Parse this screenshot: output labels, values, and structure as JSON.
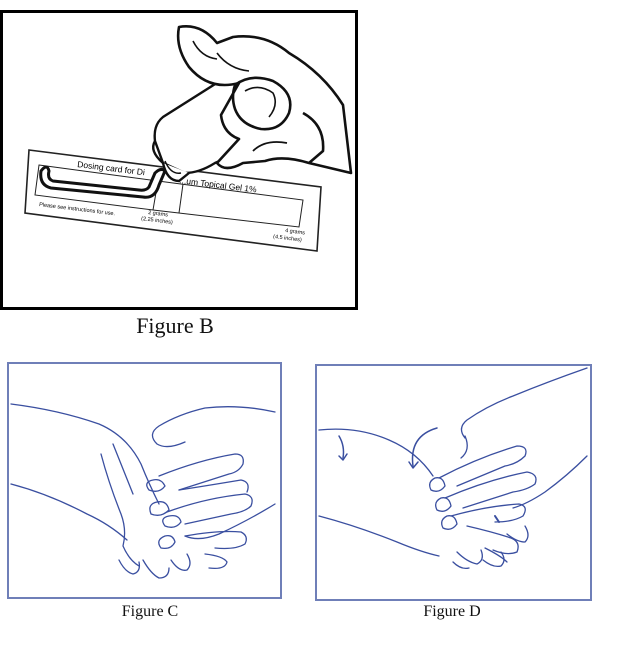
{
  "figures": {
    "b": {
      "caption": "Figure B",
      "card_title_left": "Dosing card for Di",
      "card_title_right": "...um Topical Gel 1%",
      "mark_small": "2 grams",
      "mark_small_sub": "(2.25 inches)",
      "mark_large": "4 grams",
      "mark_large_sub": "(4.5 inches)",
      "instructions": "Please see instructions for use."
    },
    "c": {
      "caption": "Figure C"
    },
    "d": {
      "caption": "Figure D"
    }
  },
  "colors": {
    "ink": "#111111",
    "blue_ink": "#3a4fa0",
    "frame_blue": "#6f7fb8"
  }
}
